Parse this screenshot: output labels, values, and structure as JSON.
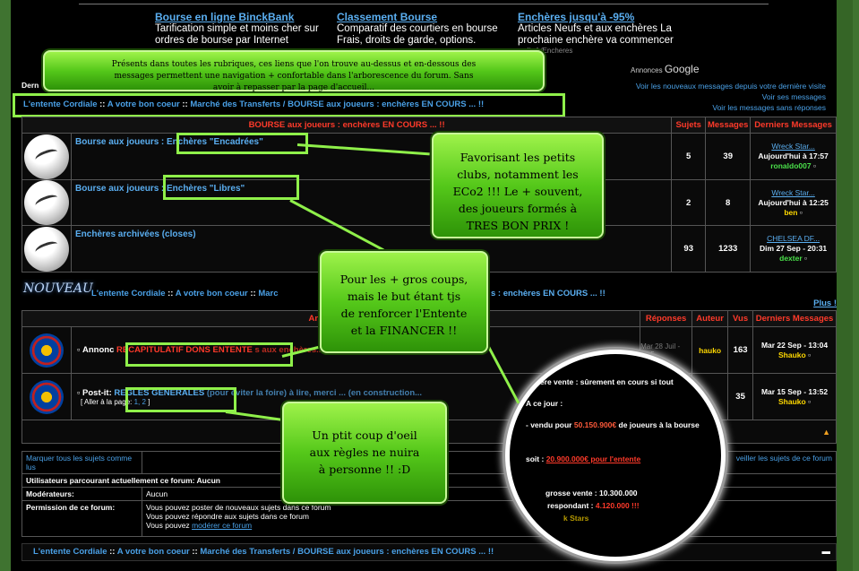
{
  "ads": [
    {
      "title": "Bourse en ligne BinckBank",
      "desc": "Tarification simple et moins cher sur ordres de bourse par Internet"
    },
    {
      "title": "Classement Bourse",
      "desc": "Comparatif des courtiers en bourse Frais, droits de garde, options."
    },
    {
      "title": "Enchères jusqu'à -95%",
      "desc": "Articles Neufs et aux enchères La prochaine enchère va commencer",
      "url": "...clic.fr/Encheres"
    }
  ],
  "google_label": "Annonces",
  "google_brand": "Google",
  "left_cut": "Dern",
  "right_links": [
    "Voir les nouveaux messages depuis votre dernière visite",
    "Voir ses messages",
    "Voir les messages sans réponses"
  ],
  "notes": {
    "top": "Présents dans toutes les rubriques, ces liens que l'on trouve au-dessus et en-dessous des messages permettent une navigation + confortable dans l'arborescence du forum. Sans avoir à repasser par la page d'accueil...",
    "clubs": "Favorisant les petits clubs, notamment les ECo2 !!! Le + souvent, des joueurs formés à TRES BON PRIX !",
    "gros": "Pour les + gros coups, mais le but étant tjs de renforcer l'Entente et la FINANCER !!",
    "regles": "Un ptit coup d'oeil aux règles ne nuira à personne !! :D"
  },
  "breadcrumb": {
    "parts": [
      "L'entente Cordiale",
      "A votre bon coeur",
      "Marché des Transferts / BOURSE aux joueurs : enchères EN COURS ... !!"
    ],
    "sep": "::"
  },
  "breadcrumb_mid": {
    "parts": [
      "L'entente Cordiale",
      "A votre bon coeur",
      "Marc",
      "s : enchères EN COURS ... !!"
    ],
    "sep": "::"
  },
  "subforums": {
    "header": "BOURSE aux joueurs : enchères EN COURS ... !!",
    "cols": [
      "Sujets",
      "Messages",
      "Derniers Messages"
    ],
    "rows": [
      {
        "name": "Bourse aux joueurs",
        "sub": ": Enchères \"Encadrées\"",
        "topics": "5",
        "posts": "39",
        "last_title": "Wreck Star...",
        "last_date": "Aujourd'hui à 17:57",
        "last_user": "ronaldo007"
      },
      {
        "name": "Bourse aux joueurs",
        "sub": ": Enchères \"Libres\"",
        "topics": "2",
        "posts": "8",
        "last_title": "Wreck Star...",
        "last_date": "Aujourd'hui à 12:25",
        "last_user": "ben"
      },
      {
        "name": "Enchères archivées (closes)",
        "sub": "",
        "topics": "93",
        "posts": "1233",
        "last_title": "CHELSEA DF...",
        "last_date": "Dim 27 Sep - 20:31",
        "last_user": "dexter"
      }
    ]
  },
  "nouveau": "NOUVEAU",
  "plus": "Plus !",
  "topics": {
    "header": "Annonce &",
    "cols": [
      "Réponses",
      "Auteur",
      "Vus",
      "Derniers Messages"
    ],
    "rows": [
      {
        "prefix": "Annonc",
        "title": "RECAPITULATIF DONS ENTENTE",
        "tail": "s aux enchères...",
        "date_hidden": "Mar 28 Juil - 19:5",
        "author": "hauko",
        "views": "163",
        "last_date": "Mar 22 Sep - 13:04",
        "last_user": "Shauko"
      },
      {
        "prefix": "Post-it:",
        "title": "REGLES GENERALES",
        "tail": "(pour éviter la foire) à lire, merci ... (en construction...",
        "pages_label": "[ Aller à la page:",
        "pages": "1, 2",
        "pages_end": "]",
        "views": "35",
        "last_date": "Mar 15 Sep - 13:52",
        "last_user": "Shauko"
      }
    ]
  },
  "circle": {
    "l1": "mière vente : sûrement en cours si tout",
    "l2": "A ce jour :",
    "l3a": "- vendu pour",
    "l3b": "50.150.900€",
    "l3c": "de joueurs à la bourse",
    "l4a": "soit :",
    "l4b": "20.900.000€ pour l'entente",
    "l5": "grosse vente : 10.300.000",
    "l6a": "respondant :",
    "l6b": "4.120.000 !!!",
    "l7": "k Stars"
  },
  "info": {
    "mark_read": "Marquer tous les sujets comme lus",
    "watch": "veiller les sujets de ce forum",
    "users_now": "Utilisateurs parcourant actuellement ce forum: Aucun",
    "mods_label": "Modérateurs:",
    "mods_value": "Aucun",
    "perm_label": "Permission de ce forum:",
    "perm_lines": [
      "Vous pouvez poster de nouveaux sujets dans ce forum",
      "Vous pouvez répondre aux sujets dans ce forum"
    ],
    "perm_mod_prefix": "Vous pouvez",
    "perm_mod_link": "modérer ce forum"
  },
  "colors": {
    "accent": "#5aaef0",
    "annotation": "#8ff04a",
    "header_red": "#ff3a2a"
  }
}
